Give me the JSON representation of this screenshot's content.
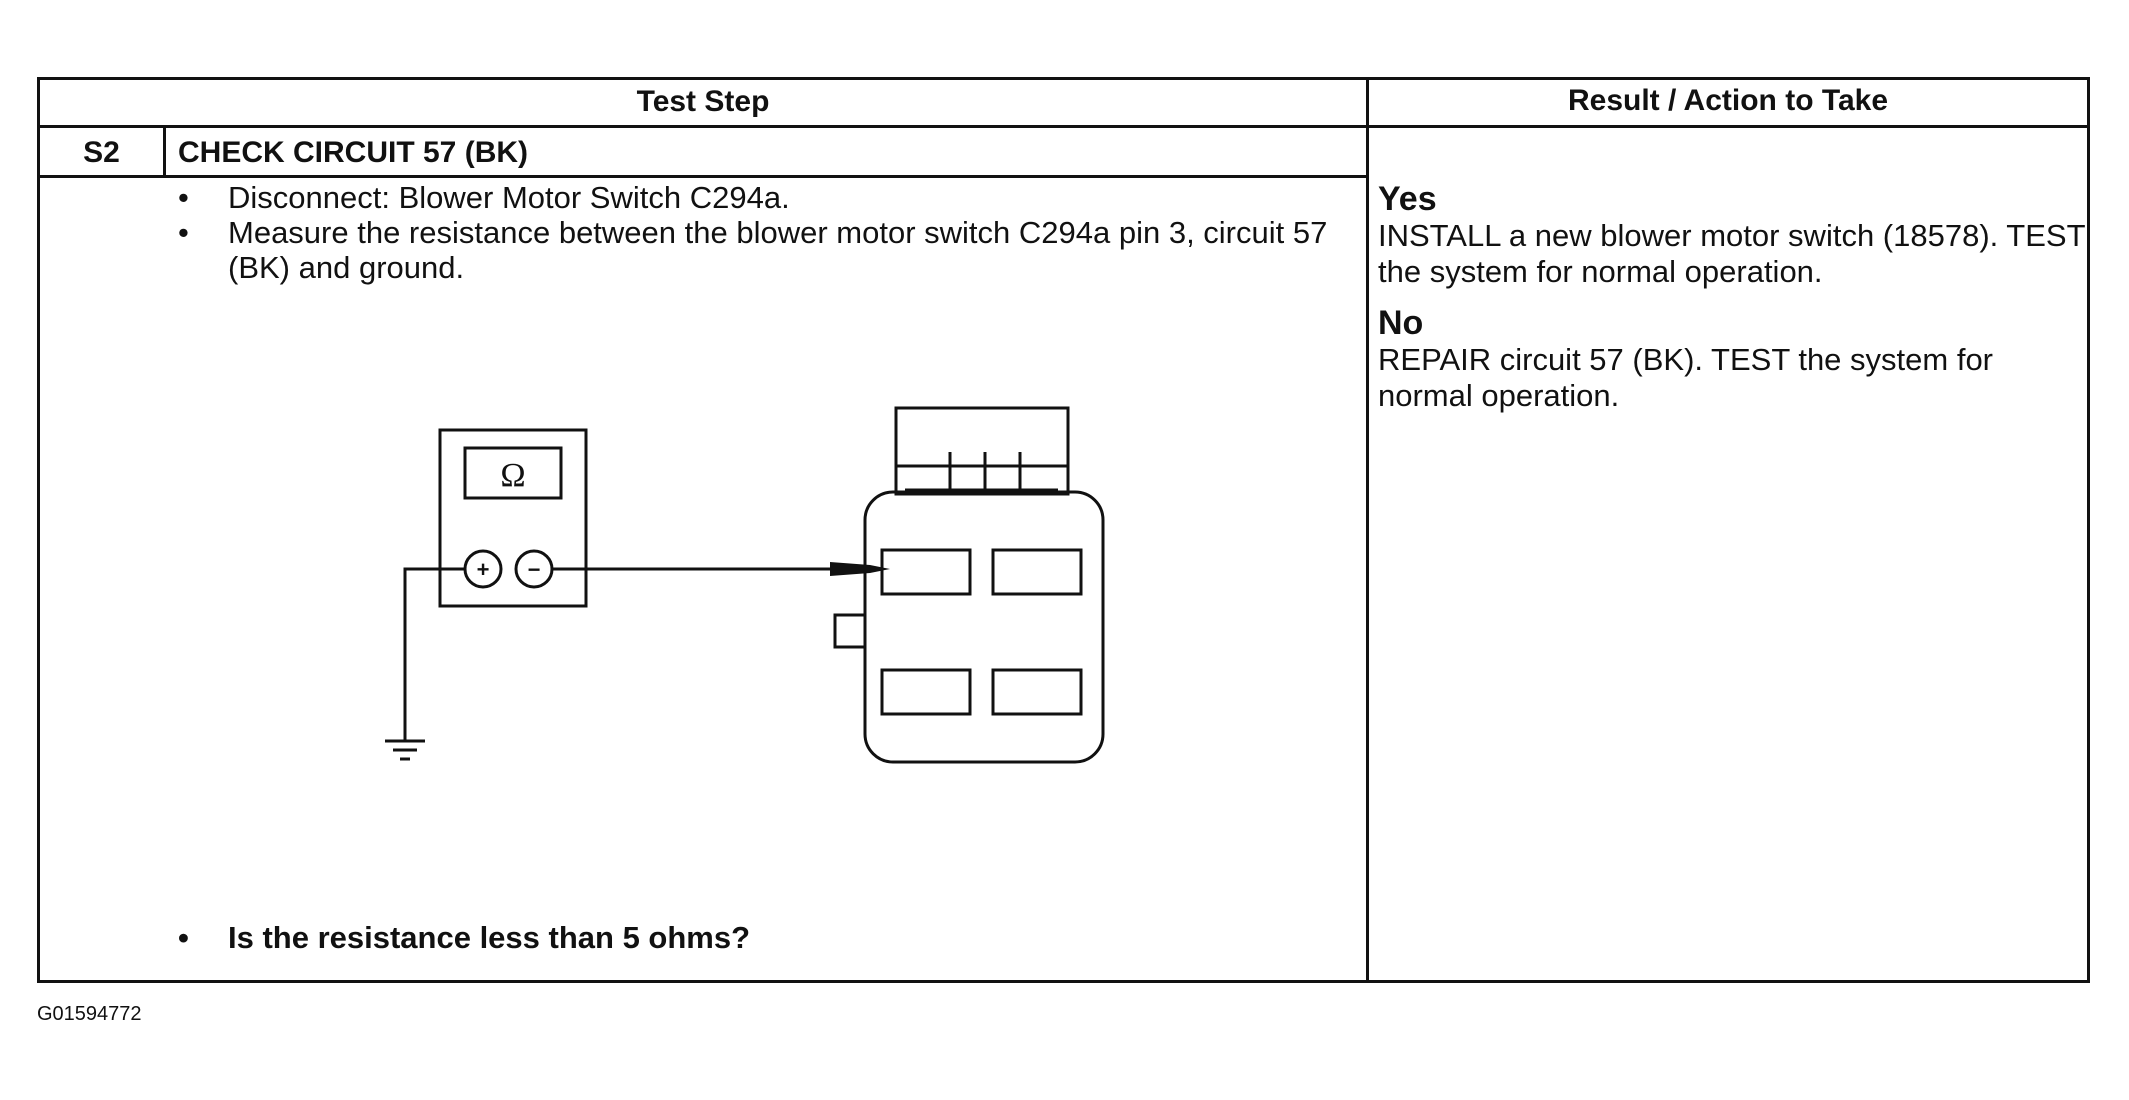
{
  "table": {
    "header_test_step": "Test Step",
    "header_result": "Result / Action to Take",
    "step_id": "S2",
    "step_title": "CHECK CIRCUIT 57 (BK)",
    "instructions": [
      "Disconnect: Blower Motor Switch C294a.",
      "Measure the resistance between the blower motor switch C294a pin 3, circuit 57 (BK) and ground."
    ],
    "question": "Is the resistance less than 5 ohms?",
    "results": [
      {
        "label": "Yes",
        "text": "INSTALL a new blower motor switch (18578). TEST the system for normal operation."
      },
      {
        "label": "No",
        "text": "REPAIR circuit 57 (BK). TEST the system for normal operation."
      }
    ]
  },
  "diagram": {
    "meter_symbol": "Ω",
    "plus_terminal": "+",
    "minus_terminal": "−"
  },
  "figure_id": "G01594772"
}
